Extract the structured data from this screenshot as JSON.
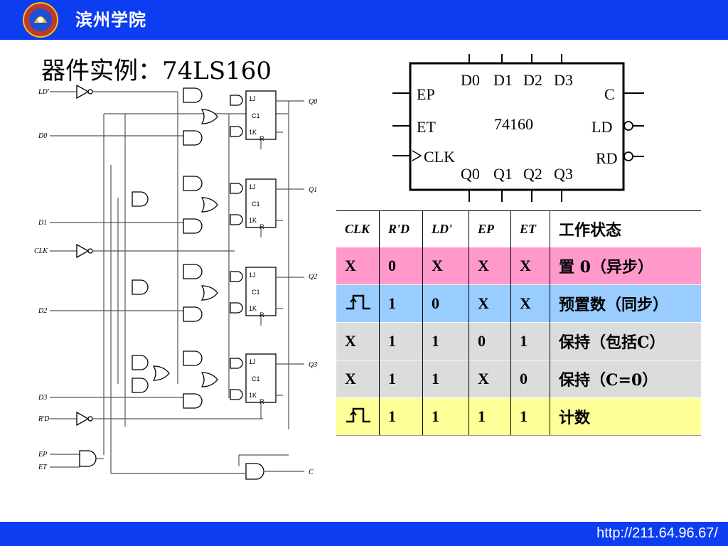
{
  "header": {
    "org_name": "滨州学院"
  },
  "page": {
    "title": "器件实例：74LS160"
  },
  "footer": {
    "url": "http://211.64.96.67/"
  },
  "circuit": {
    "inputs": [
      "LD'",
      "D0",
      "D1",
      "CLK",
      "D2",
      "D3",
      "R'D",
      "EP",
      "ET"
    ],
    "outputs": [
      "Q0",
      "Q1",
      "Q2",
      "Q3",
      "C"
    ],
    "flipflop_pins": [
      "1J",
      "C1",
      "1K",
      "R"
    ]
  },
  "chip": {
    "name": "74160",
    "top_pins": [
      "D0",
      "D1",
      "D2",
      "D3"
    ],
    "bottom_pins": [
      "Q0",
      "Q1",
      "Q2",
      "Q3"
    ],
    "left_pins": [
      "EP",
      "ET",
      "CLK"
    ],
    "right_pins": [
      "C",
      "LD",
      "RD"
    ]
  },
  "table": {
    "headers": [
      "CLK",
      "R'D",
      "LD'",
      "EP",
      "ET",
      "工作状态"
    ],
    "rows": [
      {
        "clk": "X",
        "rd": "0",
        "ld": "X",
        "ep": "X",
        "et": "X",
        "state": "置 0（异步）",
        "color": "#ff99cc"
      },
      {
        "clk": "pulse",
        "rd": "1",
        "ld": "0",
        "ep": "X",
        "et": "X",
        "state": "预置数（同步）",
        "color": "#99ccff"
      },
      {
        "clk": "X",
        "rd": "1",
        "ld": "1",
        "ep": "0",
        "et": "1",
        "state": "保持（包括C）",
        "color": "#dcdcdc"
      },
      {
        "clk": "X",
        "rd": "1",
        "ld": "1",
        "ep": "X",
        "et": "0",
        "state": "保持（C=0）",
        "color": "#dcdcdc"
      },
      {
        "clk": "pulse",
        "rd": "1",
        "ld": "1",
        "ep": "1",
        "et": "1",
        "state": "计数",
        "color": "#ffff99"
      }
    ]
  },
  "colors": {
    "header_bg": "#0c3df0",
    "footer_bg": "#0c3df0"
  }
}
